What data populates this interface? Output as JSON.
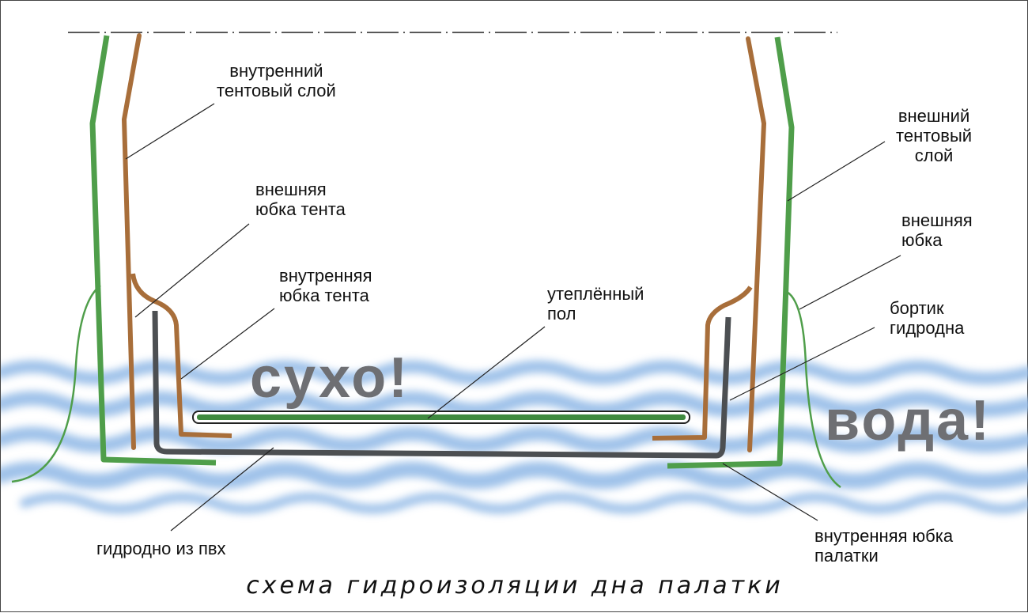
{
  "diagram": {
    "title": "схема гидроизоляции дна палатки",
    "big_labels": {
      "dry": "сухо!",
      "water": "вода!"
    },
    "labels": {
      "inner_tent_layer": "внутренний\nтентовый слой",
      "outer_tent_skirt": "внешняя\nюбка тента",
      "inner_tent_skirt": "внутренняя\nюбка тента",
      "insulated_floor": "утеплённый\nпол",
      "outer_tent_layer": "внешний\nтентовый\nслой",
      "outer_skirt": "внешняя\nюбка",
      "tub_floor_rim": "бортик\nгидродна",
      "pvc_tub_floor": "гидродно из пвх",
      "inner_skirt_tent": "внутренняя юбка\nпалатки"
    },
    "colors": {
      "outer_layer": "#4f9e4a",
      "inner_layer": "#a86e3a",
      "tub_floor": "#4c4f52",
      "water": "#8fb8e6",
      "big_text": "#6e6f73",
      "floor_fill": "#3f8a3f"
    }
  }
}
